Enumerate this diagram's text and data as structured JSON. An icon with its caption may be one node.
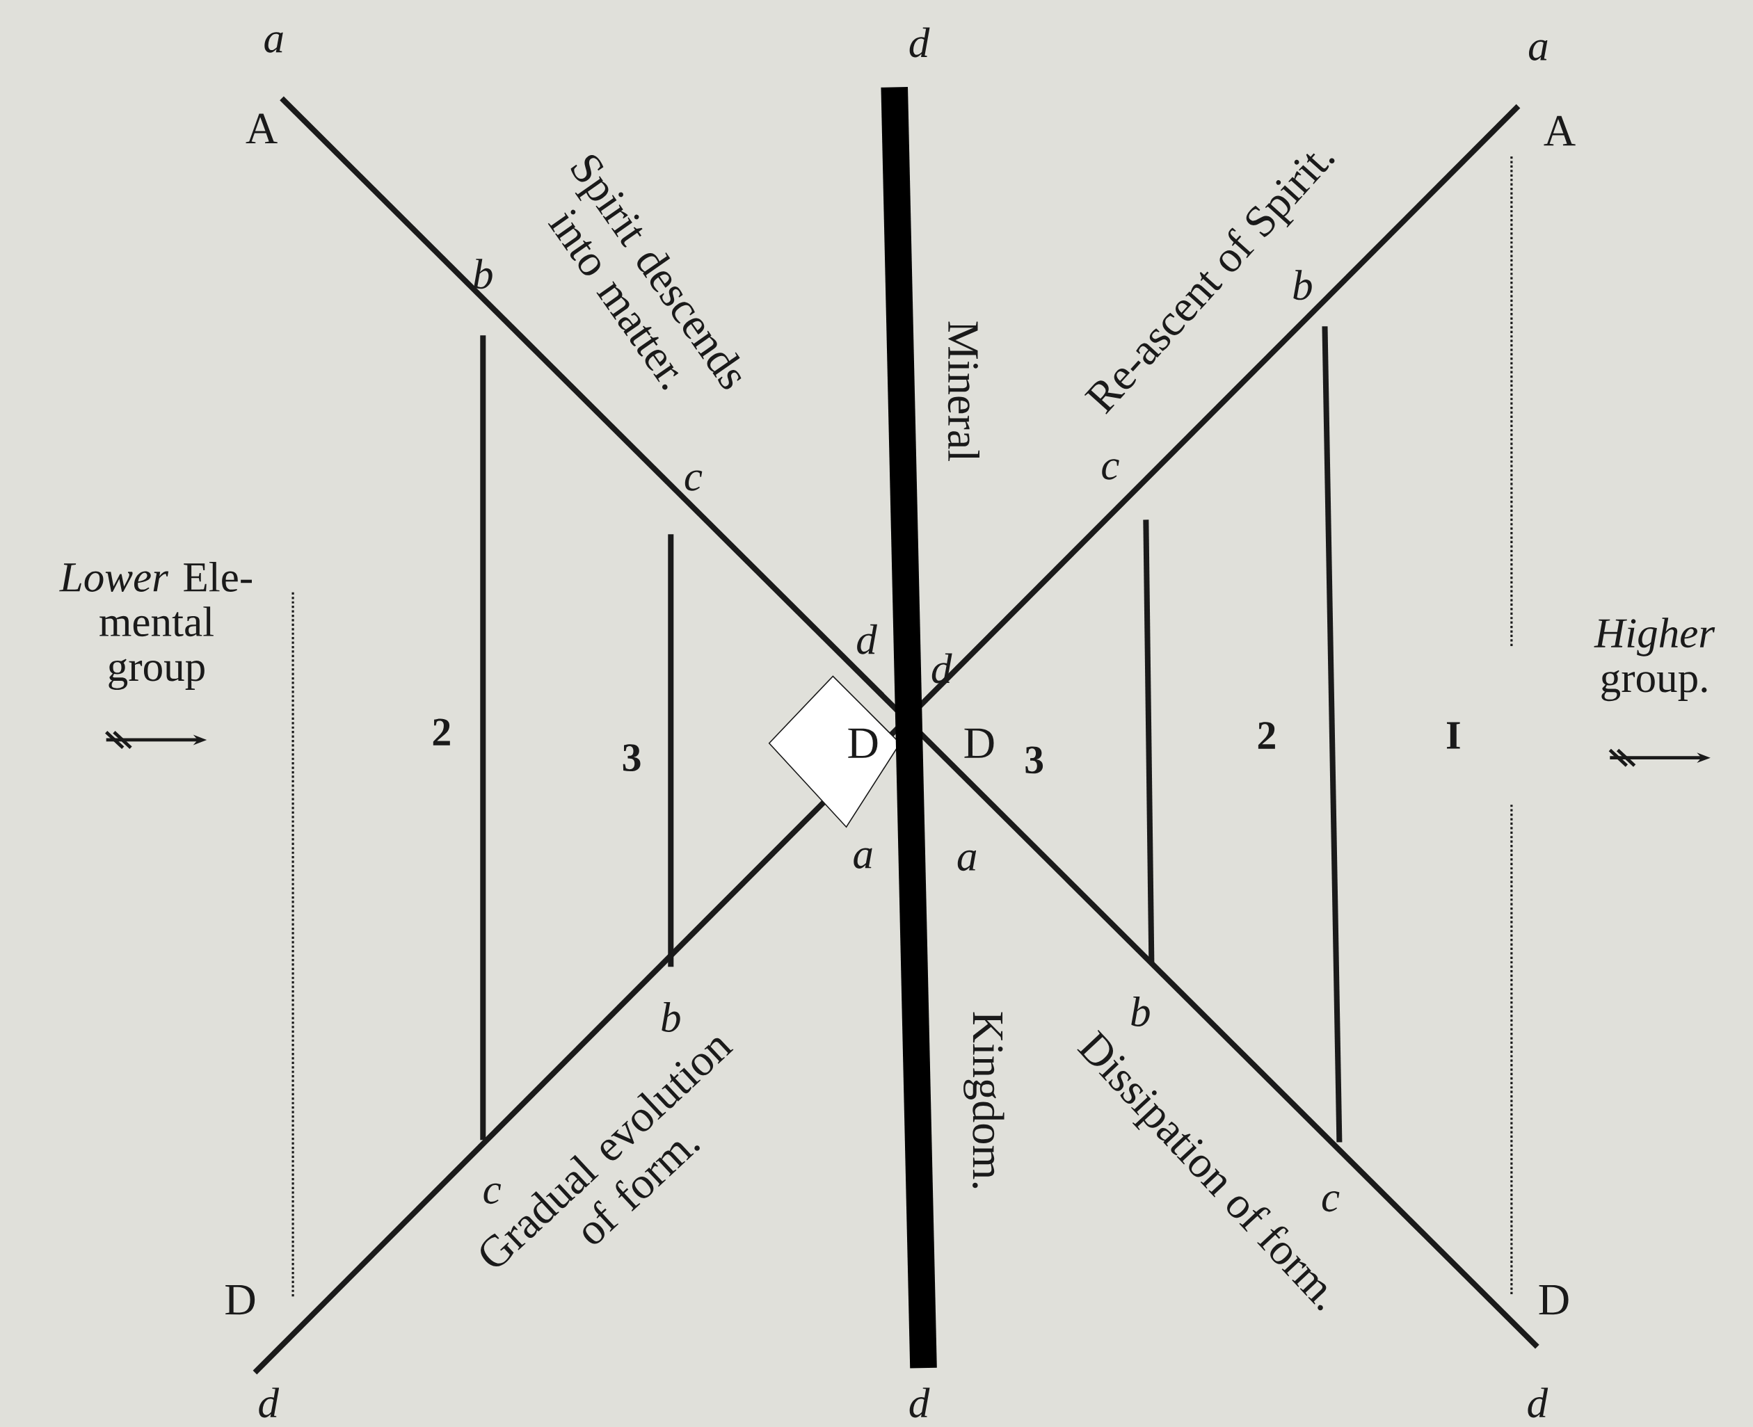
{
  "diagram": {
    "labels": [
      "a",
      "d",
      "a",
      "A",
      "A",
      "Spirit descends into matter.",
      "Re-ascent of Spirit.",
      "b",
      "b",
      "Mineral",
      "c",
      "c",
      "*Lower* Ele- mental group",
      "*Higher* group.",
      "d",
      "d",
      "2",
      "3",
      "D",
      "D",
      "3",
      "2",
      "I",
      "a",
      "a",
      "b",
      "b",
      "Gradual evolution of form.",
      "Kingdom.",
      "Dissipation of form.",
      "c",
      "c",
      "D",
      "D",
      "d",
      "d",
      "d"
    ]
  }
}
